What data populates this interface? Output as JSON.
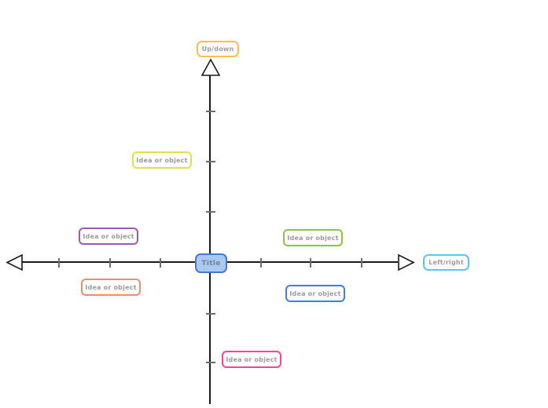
{
  "canvas": {
    "background": "#ffffff",
    "axis_color": "#1a1a1a",
    "tick_color": "#6e6e6e"
  },
  "center": {
    "label": "Title",
    "fill": "#a9c9f4",
    "border": "#4478d1",
    "text_color": "#78828c"
  },
  "axis_ends": {
    "up": {
      "label": "Up/down",
      "border": "#ffbd4a",
      "text_color": "#9b9b9b"
    },
    "right": {
      "label": "Left/right",
      "border": "#56c8f2",
      "text_color": "#9b9b9b"
    }
  },
  "idea_boxes": [
    {
      "label": "Idea or object",
      "border": "#e8dc4a",
      "position": "upper-left-quadrant-high"
    },
    {
      "label": "Idea or object",
      "border": "#9c59b6",
      "position": "left-of-center-above-axis"
    },
    {
      "label": "Idea or object",
      "border": "#f08b6b",
      "position": "left-of-center-below-axis"
    },
    {
      "label": "Idea or object",
      "border": "#8bc43f",
      "position": "right-of-center-above-axis"
    },
    {
      "label": "Idea or object",
      "border": "#3d80e0",
      "position": "right-of-center-below-axis"
    },
    {
      "label": "Idea or object",
      "border": "#f4459b",
      "position": "lower-quadrant-near-axis"
    }
  ],
  "idea_text_color": "#9b9b9b"
}
